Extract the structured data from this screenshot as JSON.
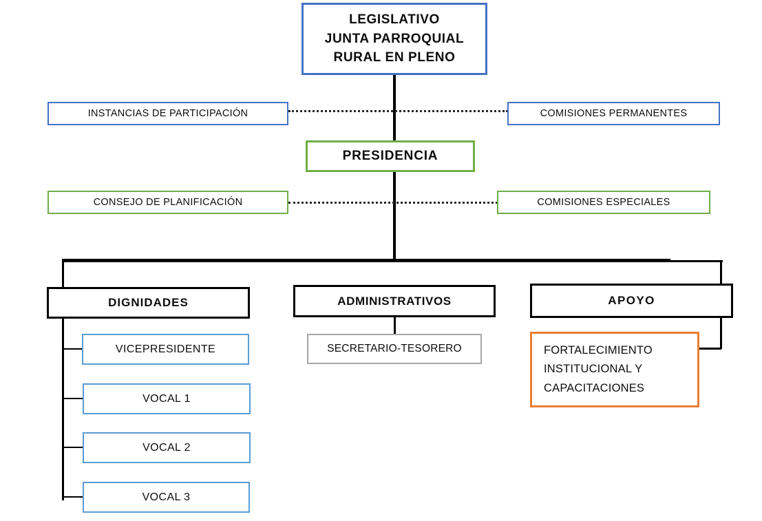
{
  "diagram": {
    "title": "Organigrama Junta Parroquial Rural",
    "type": "org-chart",
    "palette": {
      "blue_dark": "#4472C4",
      "blue_light": "#5B9BD5",
      "green": "#70AD47",
      "orange": "#ED7D31",
      "gray": "#A6A6A6",
      "black": "#000000",
      "background": "#FFFFFF"
    },
    "nodes": {
      "legislativo": "LEGISLATIVO\nJUNTA PARROQUIAL\nRURAL EN PLENO",
      "instancias_participacion": "INSTANCIAS  DE PARTICIPACIÓN",
      "comisiones_permanentes": "COMISIONES  PERMANENTES",
      "presidencia": "PRESIDENCIA",
      "consejo_planificacion": "CONSEJO DE PLANIFICACIÓN",
      "comisiones_especiales": "COMISIONES  ESPECIALES",
      "dignidades": "DIGNIDADES",
      "administrativos": "ADMINISTRATIVOS",
      "apoyo": "APOYO",
      "vicepresidente": "VICEPRESIDENTE",
      "vocal_1": "VOCAL 1",
      "vocal_2": "VOCAL 2",
      "vocal_3": "VOCAL 3",
      "secretario_tesorero": "SECRETARIO-TESORERO",
      "fortalecimiento": "FORTALECIMIENTO\nINSTITUCIONAL   Y\nCAPACITACIONES"
    }
  }
}
